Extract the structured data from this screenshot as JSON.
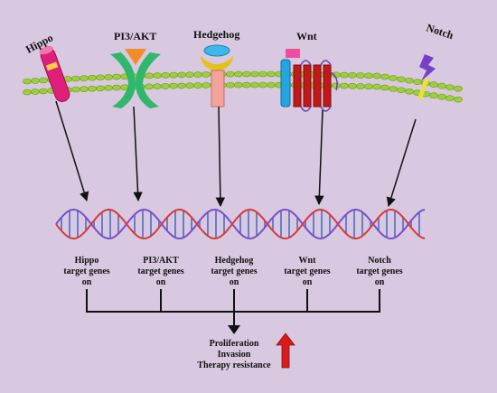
{
  "pathways": [
    {
      "name": "Hippo"
    },
    {
      "name": "PI3/AKT"
    },
    {
      "name": "Hedgehog"
    },
    {
      "name": "Wnt"
    },
    {
      "name": "Notch"
    }
  ],
  "targets": [
    {
      "line1": "Hippo",
      "line2": "target genes",
      "line3": "on"
    },
    {
      "line1": "PI3/AKT",
      "line2": "target genes",
      "line3": "on"
    },
    {
      "line1": "Hedgehog",
      "line2": "target genes",
      "line3": "on"
    },
    {
      "line1": "Wnt",
      "line2": "target genes",
      "line3": "on"
    },
    {
      "line1": "Notch",
      "line2": "target genes",
      "line3": "on"
    }
  ],
  "outcomes": [
    "Proliferation",
    "Invasion",
    "Therapy resistance"
  ],
  "colors": {
    "background": "#d8c8e0",
    "membrane": "#9ccf3a",
    "dna_red": "#d63a3a",
    "dna_purple": "#7a4fc9",
    "rung": "#4a6fc2",
    "up_arrow": "#d81b1b"
  }
}
